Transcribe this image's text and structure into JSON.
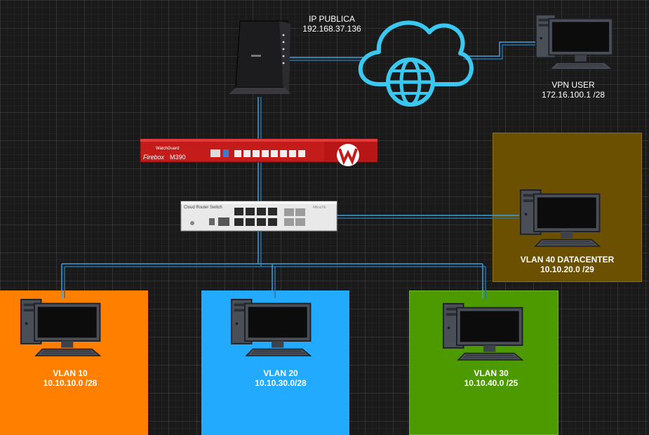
{
  "internet": {
    "title": "IP PUBLICA",
    "ip": "192.168.37.136"
  },
  "vpn_user": {
    "title": "VPN USER",
    "ip": "172.16.100.1 /28"
  },
  "firewall": {
    "brand": "WatchGuard",
    "model_prefix": "Firebox",
    "model": "M390"
  },
  "switch": {
    "name": "Cloud Router Switch",
    "brand": "MikroTik"
  },
  "vlans": [
    {
      "title": "VLAN 10",
      "subnet": "10.10.10.0 /28",
      "color": "#ff8000"
    },
    {
      "title": "VLAN 20",
      "subnet": "10.10.30.0/28",
      "color": "#22aaff"
    },
    {
      "title": "VLAN 30",
      "subnet": "10.10.40.0 /25",
      "color": "#4d9900"
    },
    {
      "title": "VLAN 40 DATACENTER",
      "subnet": "10.10.20.0 /29",
      "color": "#6a5000"
    }
  ],
  "colors": {
    "background": "#1a1a1a",
    "link": "#3aa0e0",
    "globe": "#3bc8f0",
    "firewall_red": "#d21f1f"
  }
}
